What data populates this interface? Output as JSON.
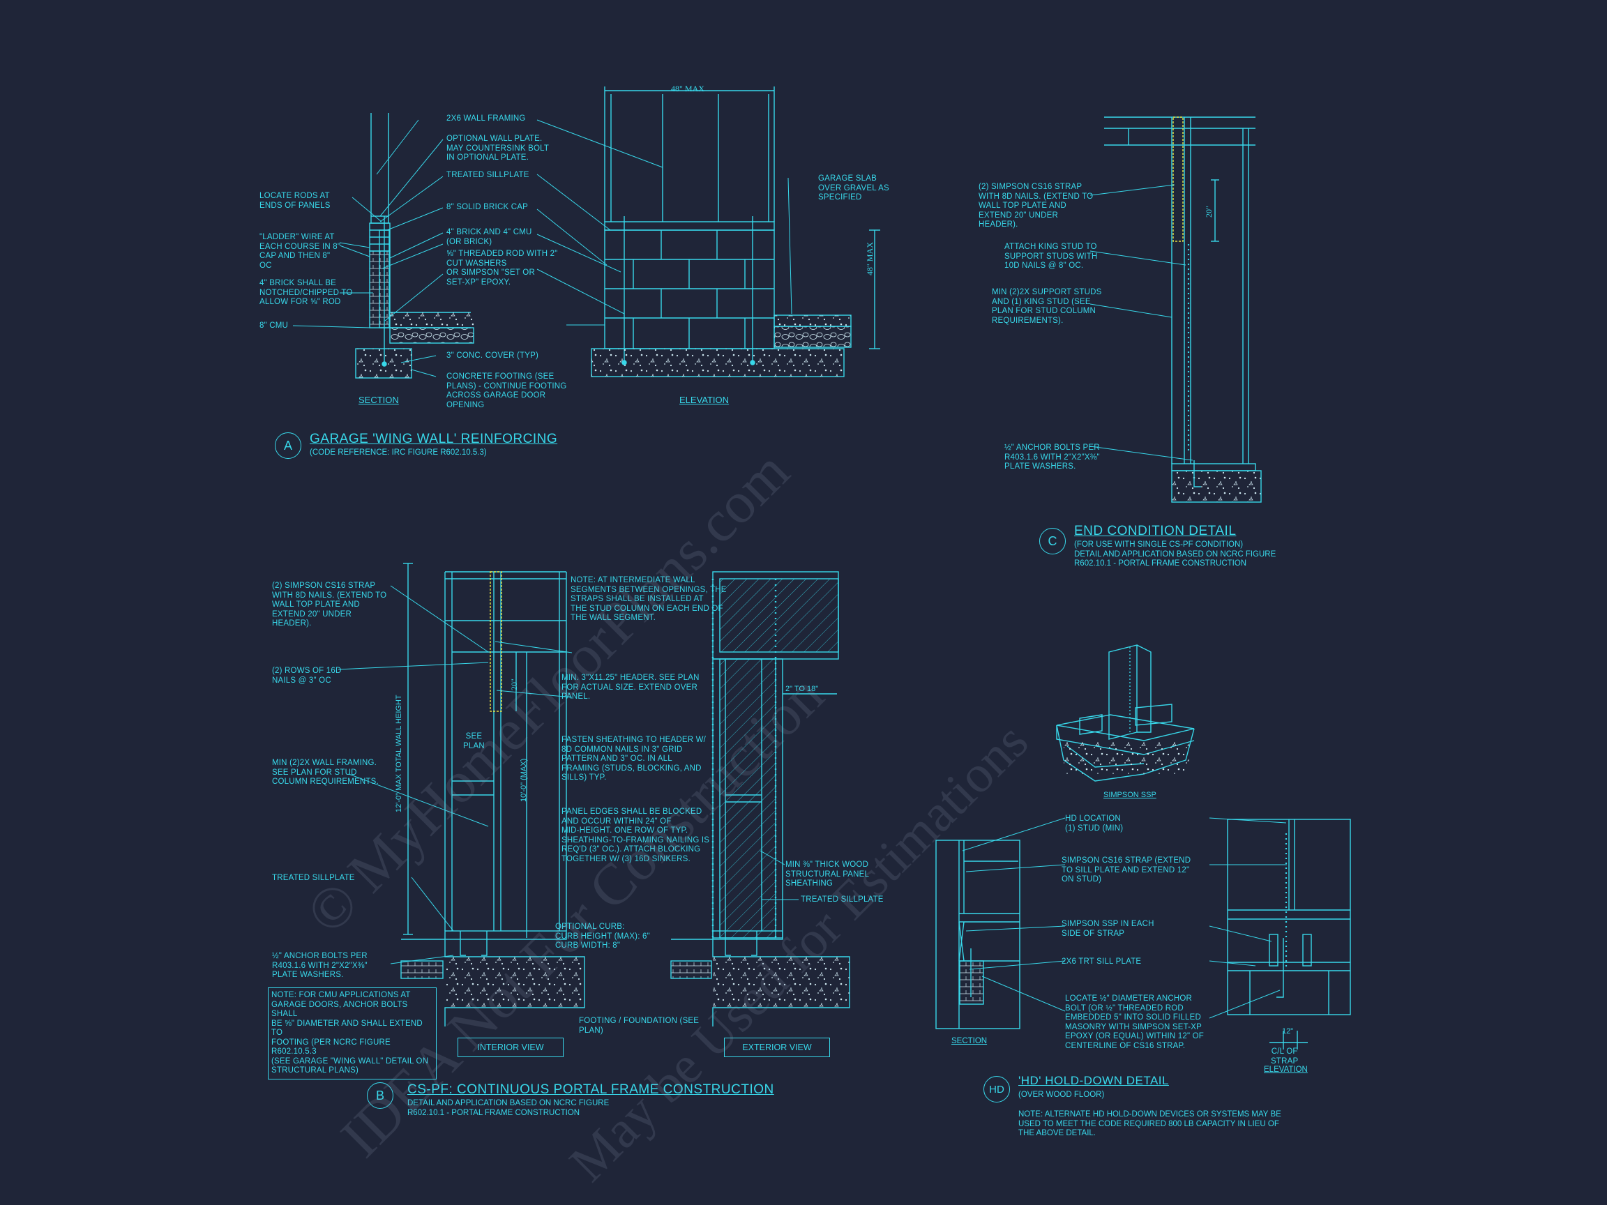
{
  "detail_a": {
    "bubble": "A",
    "title": "Garage 'Wing Wall' Reinforcing",
    "subtitle": "(Code Reference: IRC Figure R602.10.5.3)",
    "section_label": "Section",
    "elevation_label": "Elevation",
    "dim_width": "48\" MAX",
    "dim_height": "48\" MAX",
    "notes_left": [
      "Locate rods at\nends of panels",
      "\"Ladder\" wire at\neach course in 8\"\ncap and then 8\"\noc",
      "4\" brick shall be\nnotched/chipped to\nallow for ⅝\" rod",
      "8\" CMU"
    ],
    "notes_center": [
      "2x6 wall framing",
      "Optional wall plate.\nMay countersink bolt\nin optional plate.",
      "Treated sillplate",
      "8\" solid brick cap",
      "4\" brick and 4\" CMU\n(or brick)",
      "⅝\" threaded rod with 2\"\ncut washers\nor Simpson \"SET or\nSET-XP\" epoxy.",
      "3\" conc. cover (typ)",
      "Concrete footing (see\nplans) - continue footing\nacross garage door\nopening"
    ],
    "note_right": "Garage slab\nover gravel as\nspecified"
  },
  "detail_b": {
    "bubble": "B",
    "title": "CS-PF: Continuous Portal Frame Construction",
    "subtitle": "Detail and application based on NCRC figure\nR602.10.1 - Portal Frame Construction",
    "interior_label": "Interior View",
    "exterior_label": "Exterior View",
    "dim_total": "12'-0\" MAX TOTAL WALL HEIGHT",
    "dim_header": "20\"",
    "dim_wall": "10'-0\" (MAX)",
    "dim_sheath": "2\" TO 18\"",
    "see_plan": "See\nPlan",
    "notes": [
      "(2) Simpson CS16 strap\nwith 8d nails. (Extend to\nwall top plate and\nextend 20\" under\nheader).",
      "(2) rows of 16d\nnails @ 3\" oc",
      "Min (2)2x wall framing.\nSee plan for stud\ncolumn requirements.",
      "Treated sillplate",
      "½\" anchor bolts per\nR403.1.6 with 2\"x2\"x⅜\"\nplate washers."
    ],
    "boxed_note": "Note: For CMU applications at\ngarage doors, anchor bolts shall\nbe ⅝\" diameter and shall extend to\nfooting (per NCRC figure R602.10.5.3\n(see garage \"wing wall\" detail on\nstructural plans)",
    "center_notes": [
      "Note: At intermediate wall\nsegments between openings, the\nstraps shall be installed at\nthe stud column on each end of\nthe wall segment.",
      "Min. 3\"x11.25\" header. See plan\nfor actual size. Extend over\npanel.",
      "Fasten sheathing to header w/\n8d common nails in 3\" grid\npattern and 3\" oc. in all\nframing (studs, blocking, and\nsills) typ.",
      "Panel edges shall be blocked\nand occur within 24\" of\nmid-height. One row of typ.\nsheathing-to-framing nailing is\nreq'd (3\" oc.). Attach blocking\ntogether w/ (3) 16d sinkers.",
      "Optional curb:\ncurb height (max): 6\"\ncurb width: 8\"",
      "Footing / foundation (see\nplan)"
    ],
    "ext_notes": [
      "Min ⅜\" thick wood\nstructural panel\nsheathing",
      "Treated sillplate"
    ]
  },
  "detail_c": {
    "bubble": "C",
    "title": "End Condition Detail",
    "subtitle": "(For use with single CS-PF condition)\nDetail and application based on NCRC figure\nR602.10.1 - Portal Frame Construction",
    "dim_strap": "20\"",
    "notes": [
      "(2) Simpson CS16 strap\nwith 8d nails. (Extend to\nwall top plate and\nextend 20\" under\nheader).",
      "Attach king stud to\nsupport studs with\n10d nails @ 8\" oc.",
      "Min (2)2x support studs\nand (1) king stud (see\nplan for stud column\nrequirements).",
      "½\" anchor bolts per\nR403.1.6 with 2\"x2\"x⅜\"\nplate washers."
    ]
  },
  "detail_hd": {
    "bubble": "HD",
    "title": "'HD' Hold-Down Detail",
    "subtitle": "(Over wood floor)",
    "note": "Note: Alternate HD hold-down devices or systems may be\nused to meet the code required 800 lb capacity in lieu of\nthe above detail.",
    "section_label": "Section",
    "elevation_label": "Elevation",
    "ssp_label": "Simpson SSP",
    "dim_strap": "12\"",
    "cl_label": "C/L of\nstrap",
    "notes": [
      "HD location\n(1) stud (min)",
      "Simpson CS16 strap (extend\nto sill plate and extend 12\"\non stud)",
      "Simpson SSP in each\nside of strap",
      "2x6 trt sill plate",
      "Locate ½\" diameter anchor\nbolt (or ½\" threaded rod\nembedded 5\" into solid filled\nmasonry with Simpson SET-XP\nepoxy (or equal) within 12\" of\ncenterline of CS16 strap."
    ]
  },
  "watermark": {
    "line1": "© MyHomeFloorPlans.com",
    "line2": "IDEA Not For Construction",
    "line3": "May be Used for Estimations"
  },
  "colors": {
    "background": "#1f2538",
    "line": "#38d8ea",
    "strap": "#e8e040"
  }
}
